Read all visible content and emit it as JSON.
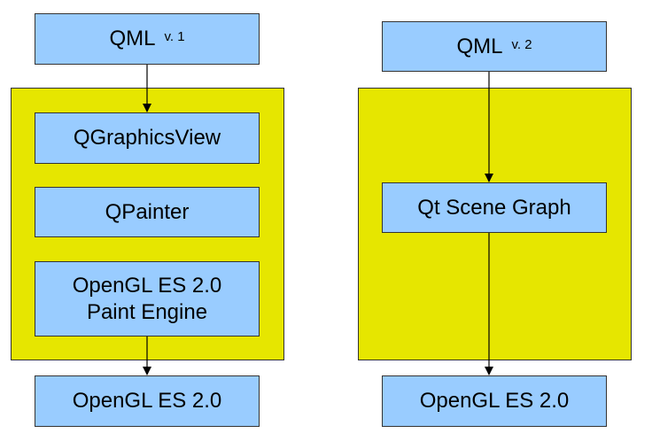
{
  "left_stack": {
    "top": {
      "main": "QML",
      "version": "v. 1"
    },
    "inner": [
      {
        "label": "QGraphicsView"
      },
      {
        "label": "QPainter"
      },
      {
        "line1": "OpenGL ES 2.0",
        "line2": "Paint Engine"
      }
    ],
    "bottom": {
      "label": "OpenGL ES 2.0"
    }
  },
  "right_stack": {
    "top": {
      "main": "QML",
      "version": "v. 2"
    },
    "inner": {
      "label": "Qt Scene Graph"
    },
    "bottom": {
      "label": "OpenGL ES 2.0"
    }
  },
  "colors": {
    "box_fill": "#99ccff",
    "container_fill": "#e6e600",
    "border": "#333333"
  }
}
